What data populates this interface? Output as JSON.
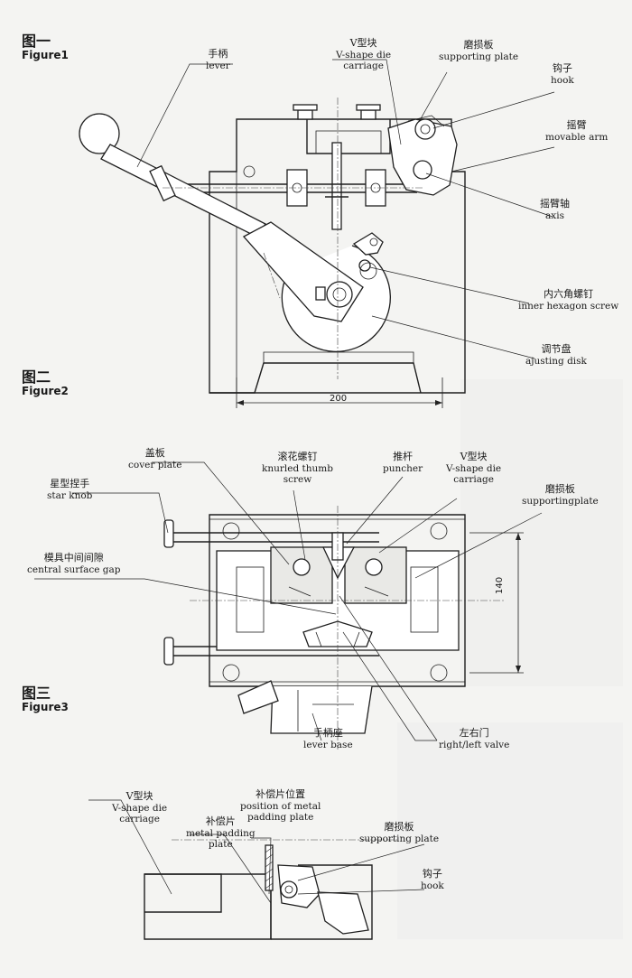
{
  "figures": [
    {
      "zh": "图一",
      "en": "Figure1"
    },
    {
      "zh": "图二",
      "en": "Figure2"
    },
    {
      "zh": "图三",
      "en": "Figure3"
    }
  ],
  "fig1_labels": {
    "lever": {
      "zh": "手柄",
      "en": "lever"
    },
    "vshape": {
      "zh": "V型块",
      "en1": "V-shape die",
      "en2": "carriage"
    },
    "supporting": {
      "zh": "磨损板",
      "en": "supporting plate"
    },
    "hook": {
      "zh": "钩子",
      "en": "hook"
    },
    "movable_arm": {
      "zh": "摇臂",
      "en": "movable arm"
    },
    "axis": {
      "zh": "摇臂轴",
      "en": "axis"
    },
    "hex_screw": {
      "zh": "内六角螺钉",
      "en": "inner hexagon screw"
    },
    "adjusting_disk": {
      "zh": "调节盘",
      "en": "ajusting disk"
    },
    "dim_200": "200"
  },
  "fig2_labels": {
    "cover_plate": {
      "zh": "盖板",
      "en": "cover plate"
    },
    "star_knob": {
      "zh": "星型捏手",
      "en": "star knob"
    },
    "knurled": {
      "zh": "滚花螺钉",
      "en1": "knurled thumb",
      "en2": "screw"
    },
    "puncher": {
      "zh": "推杆",
      "en": "puncher"
    },
    "vshape": {
      "zh": "V型块",
      "en1": "V-shape die",
      "en2": "carriage"
    },
    "supporting": {
      "zh": "磨损板",
      "en": "supportingplate"
    },
    "gap": {
      "zh": "模具中间间隙",
      "en": "central surface gap"
    },
    "dim_140": "140",
    "lever_base": {
      "zh": "手柄座",
      "en": "lever base"
    },
    "valve": {
      "zh": "左右门",
      "en": "right/left valve"
    }
  },
  "fig3_labels": {
    "vshape": {
      "zh": "V型块",
      "en1": "V-shape die",
      "en2": "carriage"
    },
    "padding_pos": {
      "zh": "补偿片位置",
      "en1": "position of metal",
      "en2": "padding plate"
    },
    "padding": {
      "zh": "补偿片",
      "en1": "metal padding",
      "en2": "plate"
    },
    "supporting": {
      "zh": "磨损板",
      "en": "supporting plate"
    },
    "hook": {
      "zh": "钩子",
      "en": "hook"
    }
  }
}
